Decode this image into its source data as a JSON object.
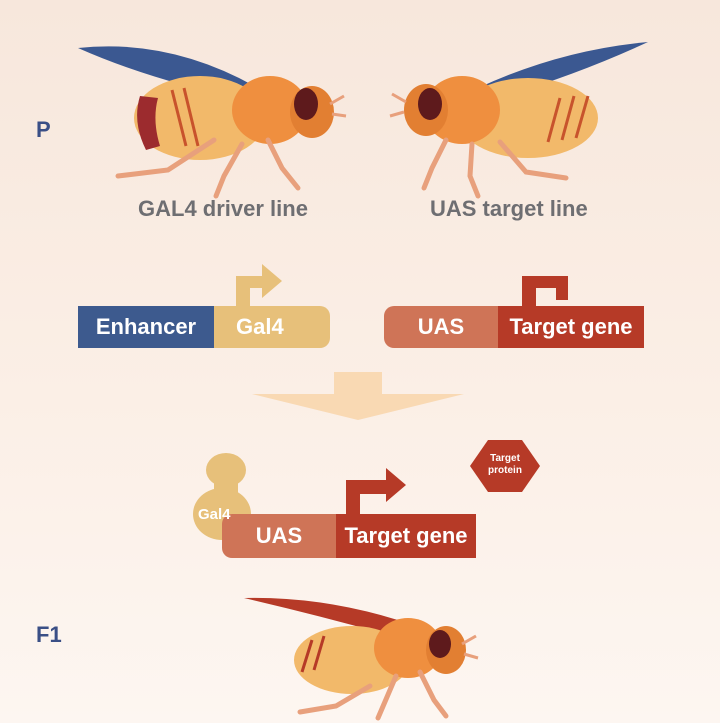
{
  "generations": {
    "parent": "P",
    "f1": "F1"
  },
  "lines": {
    "gal4_driver": "GAL4 driver line",
    "uas_target": "UAS target line"
  },
  "constructs": {
    "driver": {
      "enhancer": "Enhancer",
      "gal4": "Gal4"
    },
    "target": {
      "uas": "UAS",
      "gene": "Target gene"
    }
  },
  "f1_construct": {
    "gal4_protein": "Gal4",
    "uas": "UAS",
    "gene": "Target gene"
  },
  "protein": {
    "line1": "Target",
    "line2": "protein"
  },
  "colors": {
    "enhancer_blue": "#3d5a8e",
    "gal4_tan": "#e7c07a",
    "uas_salmon": "#cf7457",
    "gene_red": "#b63a27",
    "arrow_peach": "#f9d9b3"
  }
}
